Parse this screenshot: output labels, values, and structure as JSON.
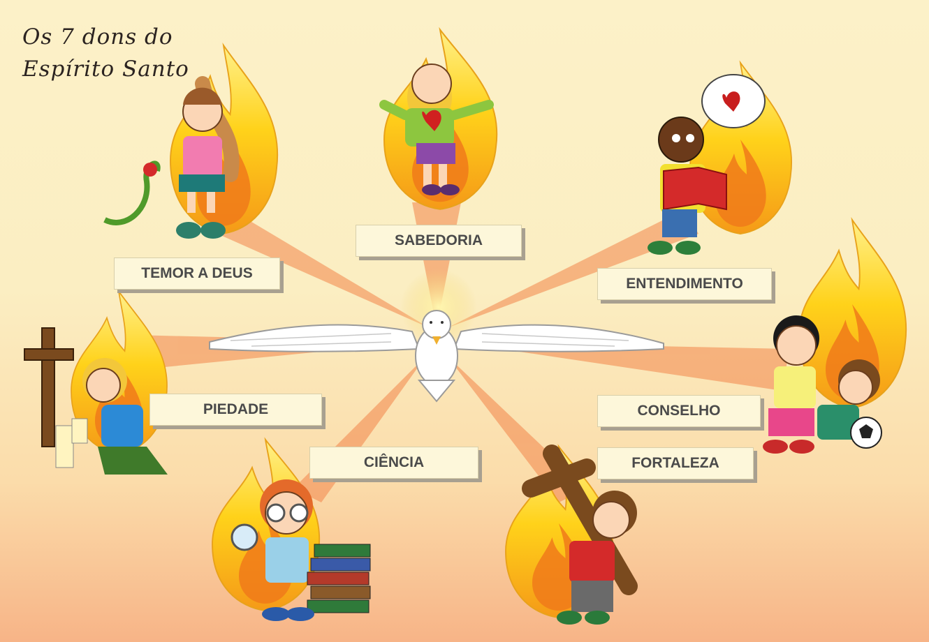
{
  "title": {
    "line1": "Os 7 dons do",
    "line2": "Espírito Santo"
  },
  "gifts": {
    "sabedoria": "SABEDORIA",
    "temor": "TEMOR A DEUS",
    "entendimento": "ENTENDIMENTO",
    "piedade": "PIEDADE",
    "conselho": "CONSELHO",
    "ciencia": "CIÊNCIA",
    "fortaleza": "FORTALEZA"
  },
  "colors": {
    "flame_outer": "#ffd21a",
    "flame_inner": "#f07a1a",
    "ray": "#f2854a",
    "label_bg": "#fdf7da"
  }
}
